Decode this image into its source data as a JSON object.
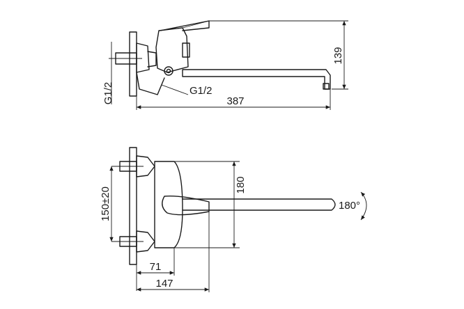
{
  "top_view": {
    "dim_height": "139",
    "dim_length": "387",
    "thread_left": "G1/2",
    "thread_label": "G1/2"
  },
  "front_view": {
    "dim_spacing": "150±20",
    "dim_height": "180",
    "dim_offset_small": "71",
    "dim_offset_large": "147",
    "rotation": "180°"
  }
}
